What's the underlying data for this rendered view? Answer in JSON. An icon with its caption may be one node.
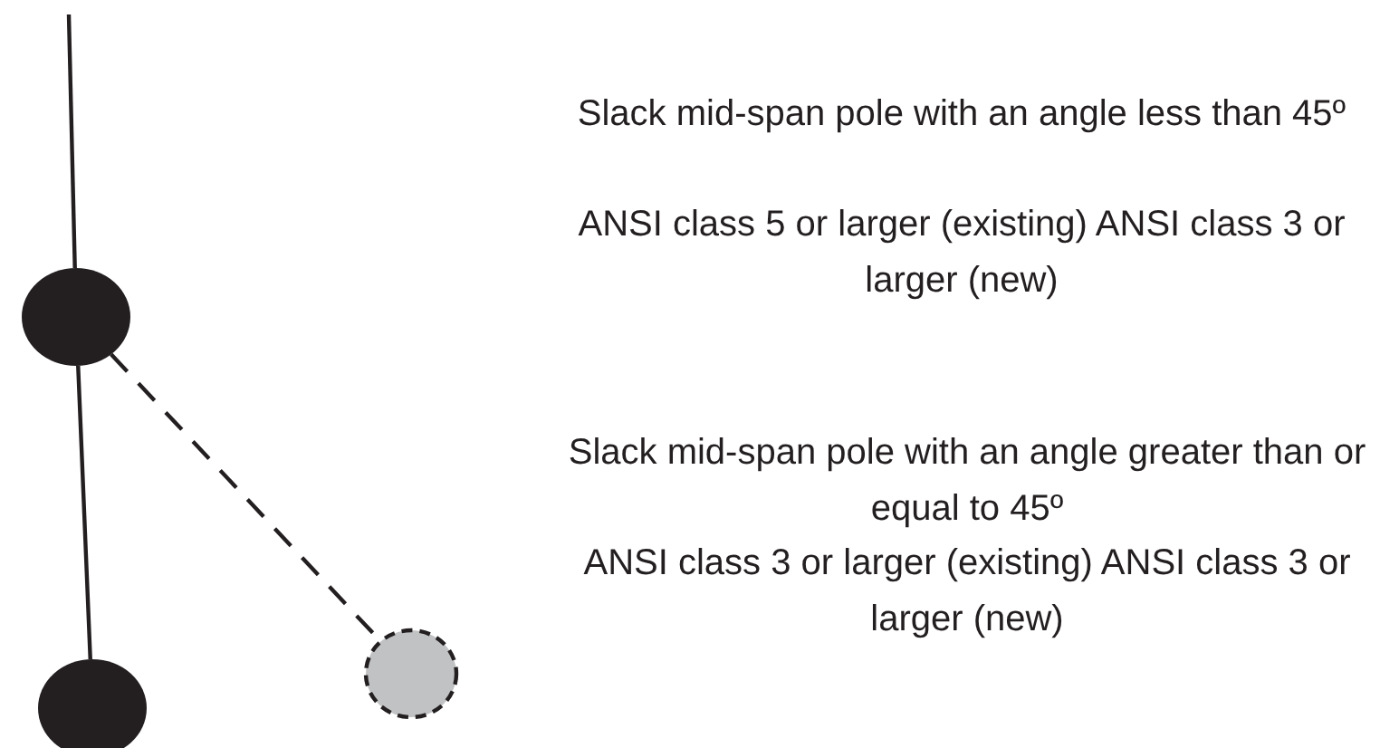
{
  "diagram": {
    "nodes": [
      {
        "text": [],
        "shape": "circle"
      },
      {
        "text": [],
        "shape": "circle"
      },
      {
        "text": [],
        "shape": "circle"
      }
    ],
    "edges": [
      {
        "from": null,
        "to": 0,
        "arrow": "none"
      },
      {
        "from": 0,
        "to": 1,
        "arrow": "none"
      },
      {
        "from": 0,
        "to": 2,
        "arrow": "none",
        "style": "dashed"
      }
    ],
    "labels": [
      "Slack mid-span pole with an angle less than 45º",
      "ANSI class 5 or larger (existing) ANSI class 3 or larger (new)",
      "Slack mid-span pole with an angle greater than or equal to 45º",
      "ANSI class 3 or larger (existing) ANSI class 3 or larger (new)"
    ]
  }
}
